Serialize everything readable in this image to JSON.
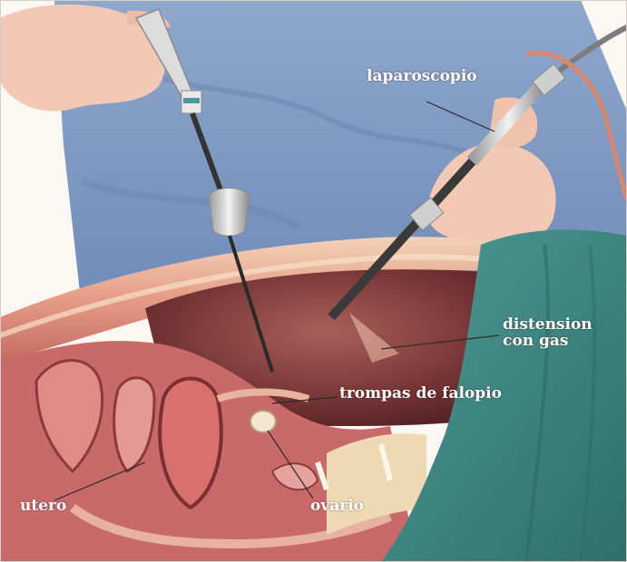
{
  "labels": {
    "laparoscopio": "laparoscopio",
    "distension_line1": "distension",
    "distension_line2": "con gas",
    "trompas": "trompas de falopio",
    "utero": "utero",
    "ovario": "ovario"
  },
  "colors": {
    "gown": "#7f9ac4",
    "gown_shadow": "#6a86b3",
    "skin": "#f2c9b5",
    "drape": "#3f8a86",
    "cavity": "#7a3a3a",
    "tissue": "#c96a6a",
    "label": "#ffffff"
  }
}
